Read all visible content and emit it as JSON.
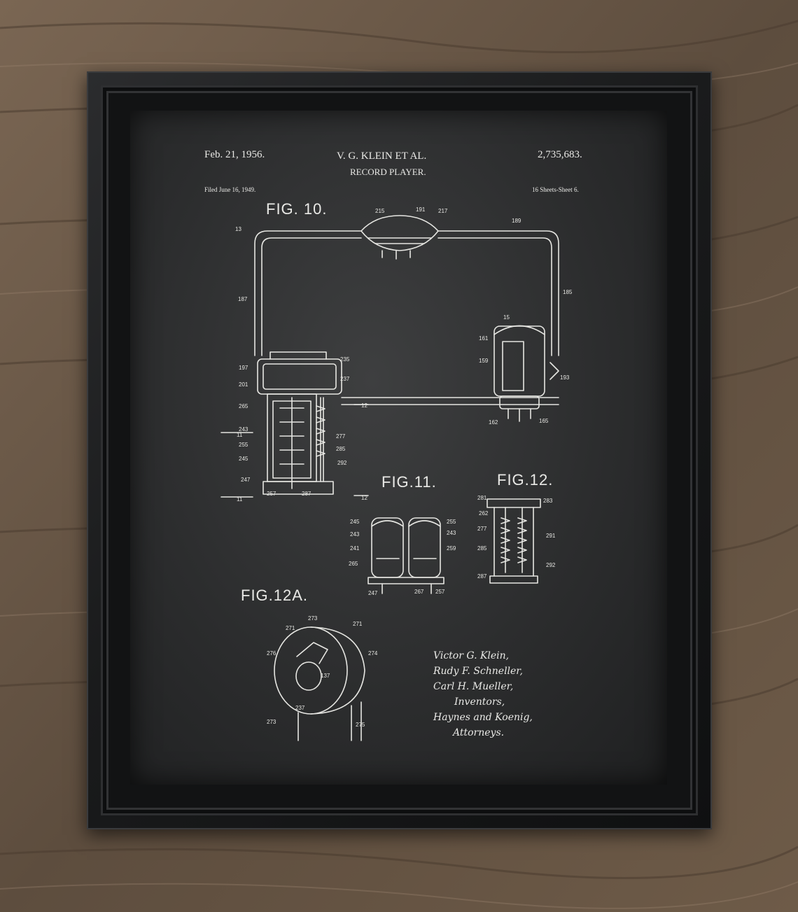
{
  "patent": {
    "date": "Feb. 21, 1956.",
    "inventor_header": "V. G. KLEIN ET AL.",
    "title": "RECORD PLAYER.",
    "number": "2,735,683.",
    "filed": "Filed June 16, 1949.",
    "sheets": "16 Sheets-Sheet 6."
  },
  "figures": {
    "fig10": "FIG. 10.",
    "fig11": "FIG.11.",
    "fig12": "FIG.12.",
    "fig12a": "FIG.12A."
  },
  "signature": {
    "lines": [
      "Victor G. Klein,",
      "Rudy F. Schneller,",
      "Carl H. Mueller,",
      "Inventors,",
      "Haynes and Koenig,",
      "Attorneys."
    ]
  },
  "colors": {
    "chalkboard": "#2c2d2e",
    "chalk": "#e9e9e6",
    "frame": "#1a1b1c",
    "wood": "#6b5a49"
  }
}
